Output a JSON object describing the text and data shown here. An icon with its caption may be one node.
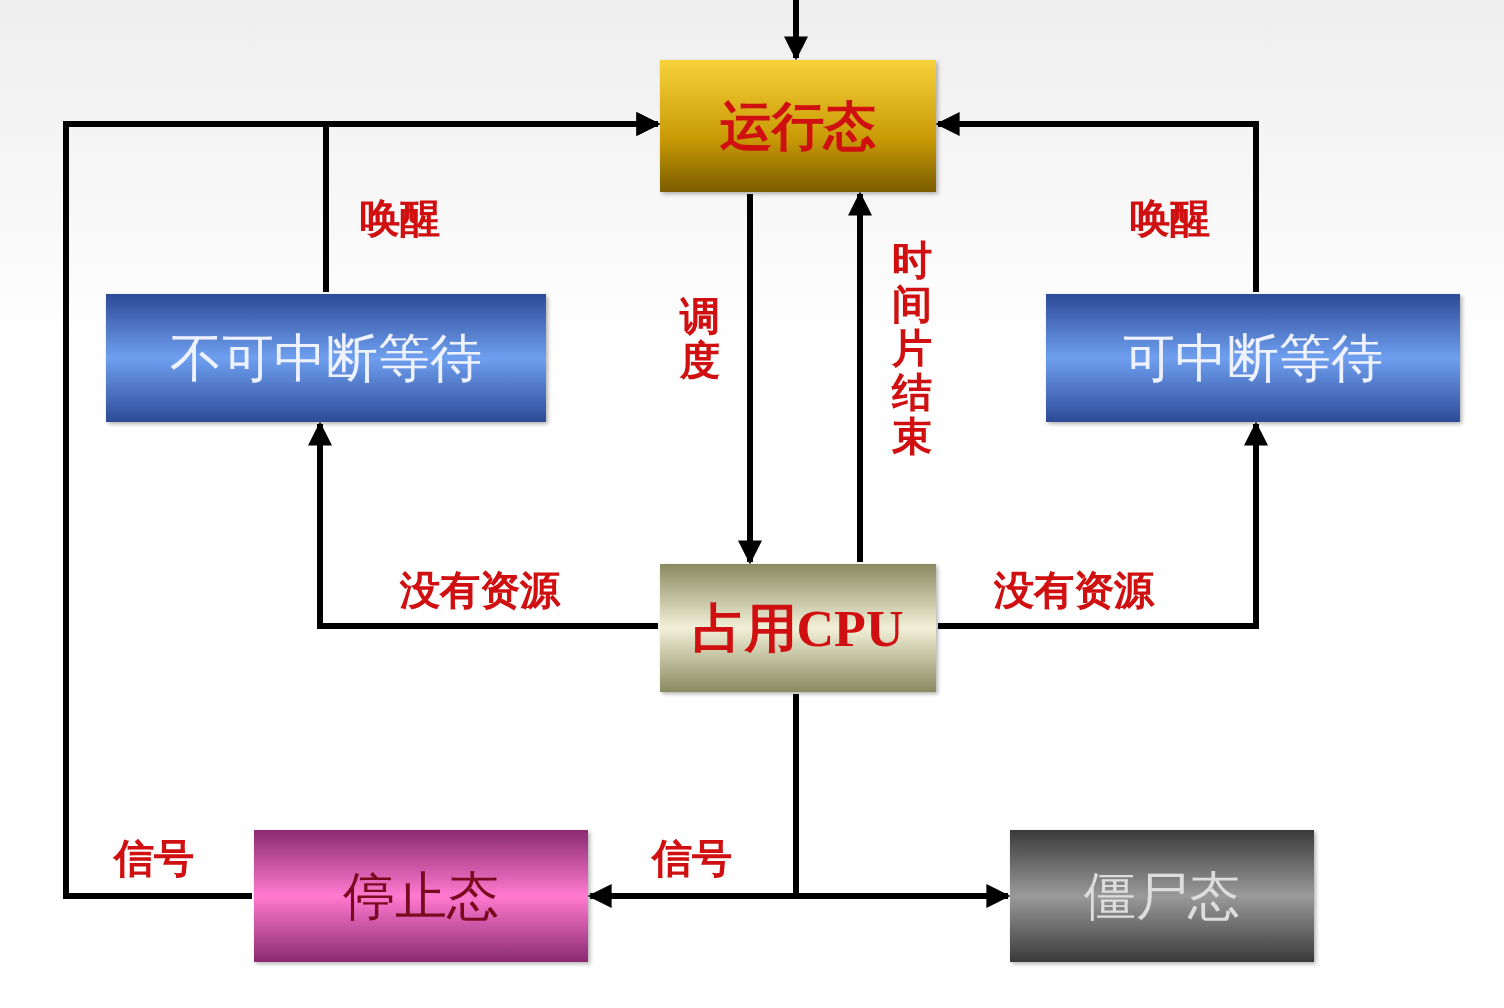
{
  "diagram": {
    "nodes": [
      {
        "text": [
          "运行态"
        ]
      },
      {
        "text": [
          "不可中断等待"
        ]
      },
      {
        "text": [
          "可中断等待"
        ]
      },
      {
        "text": [
          "占用CPU"
        ]
      },
      {
        "text": [
          "停止态"
        ]
      },
      {
        "text": [
          "僵尸态"
        ]
      }
    ],
    "edges": [
      {
        "from": null,
        "to": 0,
        "arrow": "to"
      },
      {
        "from": 0,
        "to": 3,
        "arrow": "to",
        "label": "调度"
      },
      {
        "from": 3,
        "to": 0,
        "arrow": "to",
        "label": "时间片结束"
      },
      {
        "from": 1,
        "to": 0,
        "arrow": "to",
        "label": "唤醒"
      },
      {
        "from": 2,
        "to": 0,
        "arrow": "to",
        "label": "唤醒"
      },
      {
        "from": 3,
        "to": 1,
        "arrow": "to",
        "label": "没有资源"
      },
      {
        "from": 3,
        "to": 2,
        "arrow": "to",
        "label": "没有资源"
      },
      {
        "from": 4,
        "to": 0,
        "arrow": "to",
        "label": "信号"
      },
      {
        "from": 3,
        "to": 4,
        "arrow": "to",
        "label": "信号"
      },
      {
        "from": 3,
        "to": 5,
        "arrow": "to"
      }
    ]
  }
}
